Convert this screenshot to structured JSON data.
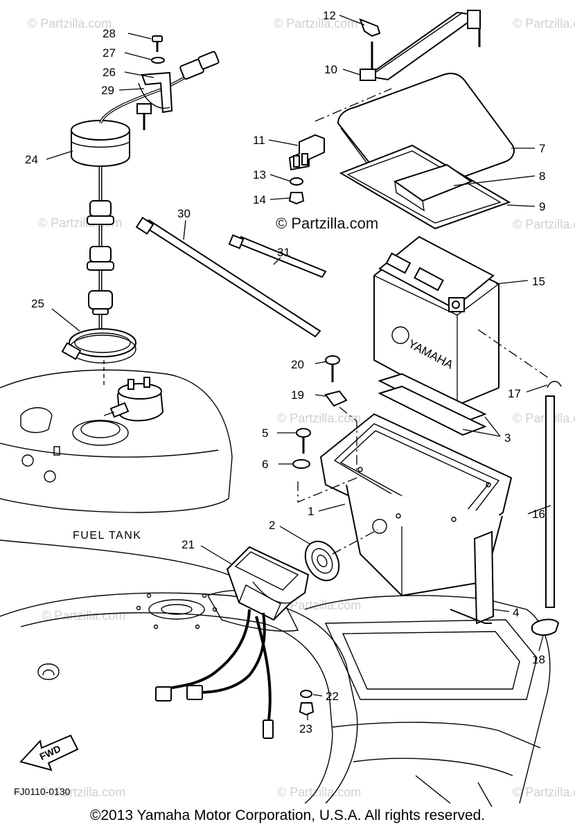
{
  "diagram": {
    "callouts": [
      "28",
      "27",
      "26",
      "29",
      "24",
      "25",
      "12",
      "10",
      "11",
      "13",
      "14",
      "7",
      "8",
      "9",
      "30",
      "31",
      "15",
      "20",
      "19",
      "17",
      "5",
      "6",
      "3",
      "1",
      "16",
      "2",
      "21",
      "4",
      "18",
      "22",
      "23"
    ],
    "fuel_tank_label": "FUEL TANK",
    "fwd_label": "FWD",
    "drawing_code": "FJ0110-0130",
    "battery_brand": "YAMAHA",
    "watermark_main": "© Partzilla.com",
    "watermark_small": "© Partzilla.com"
  },
  "footer": {
    "copyright": "©2013 Yamaha Motor Corporation, U.S.A. All rights reserved."
  }
}
